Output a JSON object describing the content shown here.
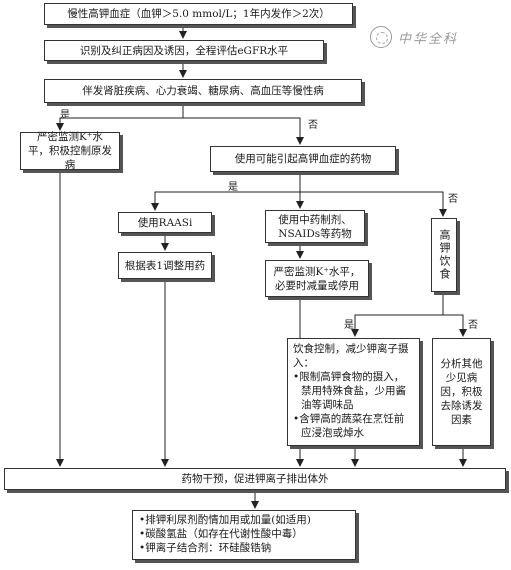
{
  "nodes": {
    "n1": "慢性高钾血症（血钾＞5.0 mmol/L；1年内发作＞2次）",
    "n2": "识别及纠正病因及诱因，全程评估eGFR水平",
    "n3": "伴发肾脏疾病、心力衰竭、糖尿病、高血压等慢性病",
    "n4": "严密监测K⁺水平，积极控制原发病",
    "n5": "使用可能引起高钾血症的药物",
    "n6": "使用RAASi",
    "n7": "使用中药制剂、NSAIDs等药物",
    "n8": "高钾饮食",
    "n9": "根据表1调整用药",
    "n10": "严密监测K⁺水平，必要时减量或停用",
    "n11_title": "饮食控制，减少钾离子摄入：",
    "n11_items": [
      "限制高钾食物的摄入，禁用特殊食盐，少用酱油等调味品",
      "含钾高的蔬菜在烹饪前应浸泡或焯水"
    ],
    "n12": "分析其他少见病因，积极去除诱发因素",
    "n13": "药物干预，促进钾离子排出体外",
    "n14_items": [
      "排钾利尿剂酌情加用或加量(如适用)",
      "碳酸氢盐（如存在代谢性酸中毒）",
      "钾离子结合剂：环硅酸锆钠"
    ]
  },
  "edge_labels": {
    "yes": "是",
    "no": "否"
  },
  "logo_text": "中华全科"
}
